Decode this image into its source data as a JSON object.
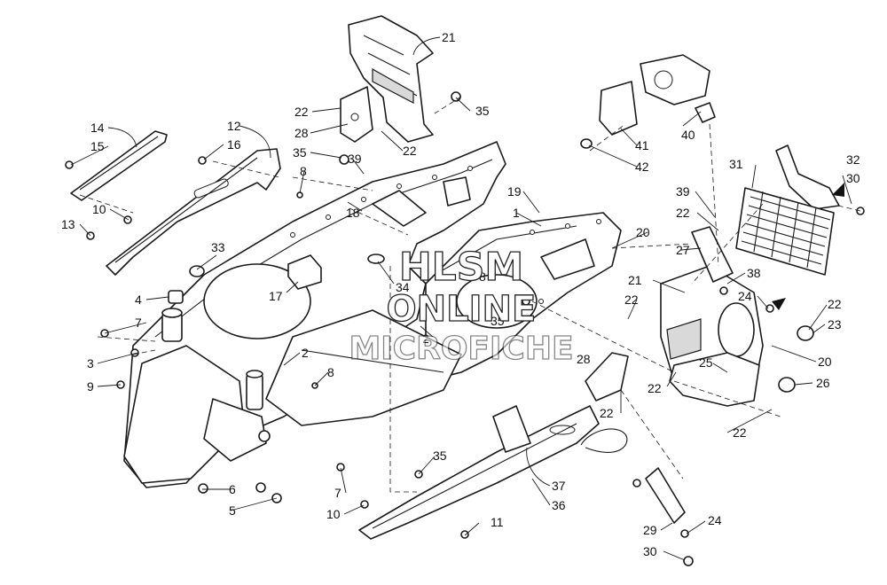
{
  "watermark": {
    "line1": "HLSM",
    "line2": "ONLINE",
    "line3": "MICROFICHE"
  },
  "callouts": [
    {
      "id": "c21a",
      "text": "21"
    },
    {
      "id": "c22a",
      "text": "22"
    },
    {
      "id": "c35a",
      "text": "35"
    },
    {
      "id": "c28a",
      "text": "28"
    },
    {
      "id": "c22b",
      "text": "22"
    },
    {
      "id": "c14",
      "text": "14"
    },
    {
      "id": "c15",
      "text": "15"
    },
    {
      "id": "c12",
      "text": "12"
    },
    {
      "id": "c16",
      "text": "16"
    },
    {
      "id": "c35b",
      "text": "35"
    },
    {
      "id": "c39a",
      "text": "39"
    },
    {
      "id": "c8a",
      "text": "8"
    },
    {
      "id": "c18",
      "text": "18"
    },
    {
      "id": "c10a",
      "text": "10"
    },
    {
      "id": "c13",
      "text": "13"
    },
    {
      "id": "c33",
      "text": "33"
    },
    {
      "id": "c17",
      "text": "17"
    },
    {
      "id": "c34",
      "text": "34"
    },
    {
      "id": "c4",
      "text": "4"
    },
    {
      "id": "c7a",
      "text": "7"
    },
    {
      "id": "c3",
      "text": "3"
    },
    {
      "id": "c9",
      "text": "9"
    },
    {
      "id": "c2a",
      "text": "2"
    },
    {
      "id": "c8b",
      "text": "8"
    },
    {
      "id": "c2b",
      "text": "2"
    },
    {
      "id": "c8c",
      "text": "8"
    },
    {
      "id": "c35c",
      "text": "35"
    },
    {
      "id": "c28b",
      "text": "28"
    },
    {
      "id": "c6",
      "text": "6"
    },
    {
      "id": "c5",
      "text": "5"
    },
    {
      "id": "c7b",
      "text": "7"
    },
    {
      "id": "c10b",
      "text": "10"
    },
    {
      "id": "c35d",
      "text": "35"
    },
    {
      "id": "c11",
      "text": "11"
    },
    {
      "id": "c37",
      "text": "37"
    },
    {
      "id": "c36",
      "text": "36"
    },
    {
      "id": "c19",
      "text": "19"
    },
    {
      "id": "c1",
      "text": "1"
    },
    {
      "id": "c20a",
      "text": "20"
    },
    {
      "id": "c41",
      "text": "41"
    },
    {
      "id": "c42",
      "text": "42"
    },
    {
      "id": "c40",
      "text": "40"
    },
    {
      "id": "c31",
      "text": "31"
    },
    {
      "id": "c32",
      "text": "32"
    },
    {
      "id": "c30a",
      "text": "30"
    },
    {
      "id": "c39b",
      "text": "39"
    },
    {
      "id": "c22c",
      "text": "22"
    },
    {
      "id": "c27",
      "text": "27"
    },
    {
      "id": "c21b",
      "text": "21"
    },
    {
      "id": "c38",
      "text": "38"
    },
    {
      "id": "c24a",
      "text": "24"
    },
    {
      "id": "c22d",
      "text": "22"
    },
    {
      "id": "c22e",
      "text": "22"
    },
    {
      "id": "c23",
      "text": "23"
    },
    {
      "id": "c20b",
      "text": "20"
    },
    {
      "id": "c25",
      "text": "25"
    },
    {
      "id": "c26",
      "text": "26"
    },
    {
      "id": "c22f",
      "text": "22"
    },
    {
      "id": "c22g",
      "text": "22"
    },
    {
      "id": "c22h",
      "text": "22"
    },
    {
      "id": "c29",
      "text": "29"
    },
    {
      "id": "c24b",
      "text": "24"
    },
    {
      "id": "c30b",
      "text": "30"
    }
  ]
}
